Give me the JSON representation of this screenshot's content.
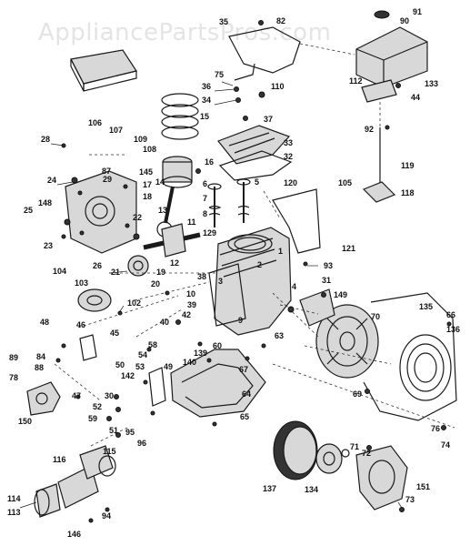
{
  "watermark": "AppliancePartsPros.com",
  "part_labels": [
    "91",
    "90",
    "35",
    "82",
    "75",
    "110",
    "36",
    "34",
    "37",
    "133",
    "112",
    "44",
    "15",
    "106",
    "107",
    "109",
    "108",
    "87",
    "29",
    "145",
    "28",
    "24",
    "16",
    "17",
    "18",
    "14",
    "33",
    "32",
    "92",
    "119",
    "6",
    "7",
    "8",
    "5",
    "120",
    "105",
    "118",
    "148",
    "25",
    "23",
    "26",
    "22",
    "13",
    "11",
    "12",
    "129",
    "21",
    "104",
    "103",
    "19",
    "20",
    "10",
    "39",
    "38",
    "3",
    "2",
    "1",
    "121",
    "93",
    "31",
    "149",
    "4",
    "102",
    "40",
    "42",
    "9",
    "135",
    "70",
    "66",
    "136",
    "48",
    "84",
    "46",
    "45",
    "89",
    "78",
    "88",
    "47",
    "58",
    "54",
    "53",
    "50",
    "142",
    "49",
    "139",
    "140",
    "60",
    "63",
    "67",
    "64",
    "65",
    "69",
    "76",
    "74",
    "30",
    "52",
    "59",
    "51",
    "95",
    "96",
    "150",
    "115",
    "116",
    "94",
    "114",
    "113",
    "146",
    "137",
    "134",
    "71",
    "72",
    "151",
    "73"
  ]
}
